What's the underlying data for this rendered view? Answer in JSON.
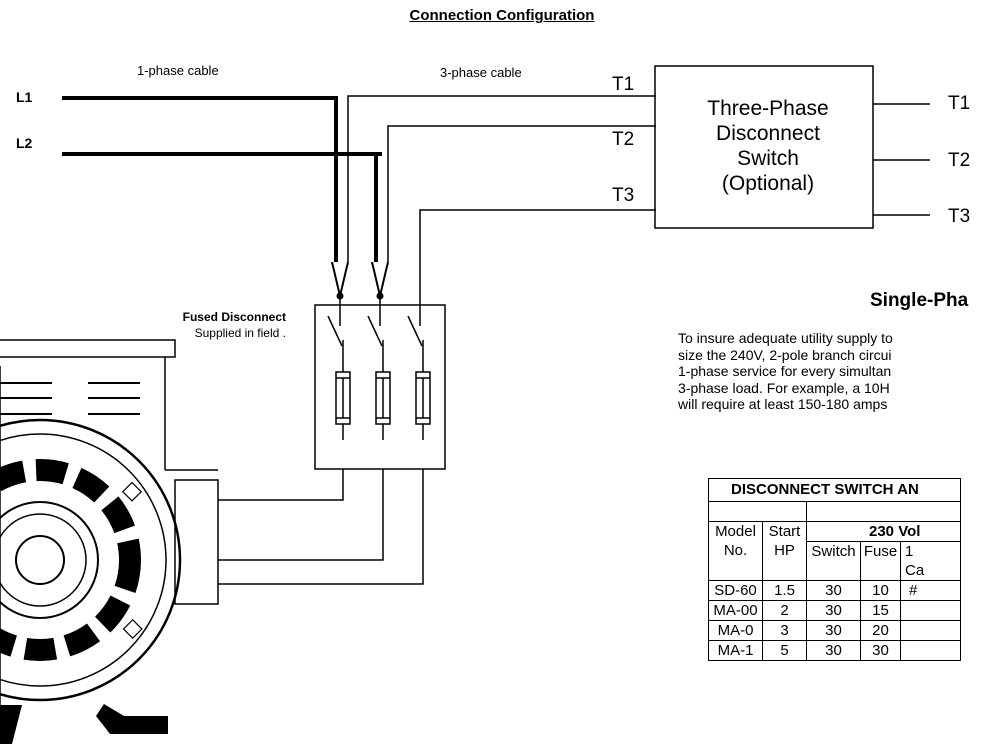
{
  "title": "Connection Configuration",
  "lines": {
    "l1": "L1",
    "l2": "L2",
    "single_phase_cable": "1-phase cable",
    "three_phase_cable": "3-phase cable"
  },
  "terminals_in": [
    "T1",
    "T2",
    "T3"
  ],
  "terminals_out": [
    "T1",
    "T2",
    "T3"
  ],
  "switch_box": {
    "line1": "Three-Phase",
    "line2": "Disconnect",
    "line3": "Switch",
    "line4": "(Optional)"
  },
  "fused_disconnect": {
    "title": "Fused Disconnect",
    "subtitle": "Supplied in field ."
  },
  "section": {
    "heading": "Single-Pha",
    "paragraph": [
      "To insure adequate utility supply to",
      "size the 240V, 2-pole branch circui",
      "1-phase service for every simultan",
      "3-phase load.  For example, a 10H",
      "will require at least 150-180 amps"
    ]
  },
  "table": {
    "title": "DISCONNECT SWITCH AN",
    "col_model": "Model",
    "col_model_2": "No.",
    "col_start": "Start",
    "col_start_2": "HP",
    "group_voltage": "230 Vol",
    "col_switch": "Switch",
    "col_fuse": "Fuse",
    "col_cable_1": "1",
    "col_cable_2": "Ca",
    "rows": [
      {
        "model": "SD-60",
        "hp": "1.5",
        "switch": "30",
        "fuse": "10",
        "cable": "#"
      },
      {
        "model": "MA-00",
        "hp": "2",
        "switch": "30",
        "fuse": "15",
        "cable": ""
      },
      {
        "model": "MA-0",
        "hp": "3",
        "switch": "30",
        "fuse": "20",
        "cable": ""
      },
      {
        "model": "MA-1",
        "hp": "5",
        "switch": "30",
        "fuse": "30",
        "cable": ""
      }
    ]
  }
}
